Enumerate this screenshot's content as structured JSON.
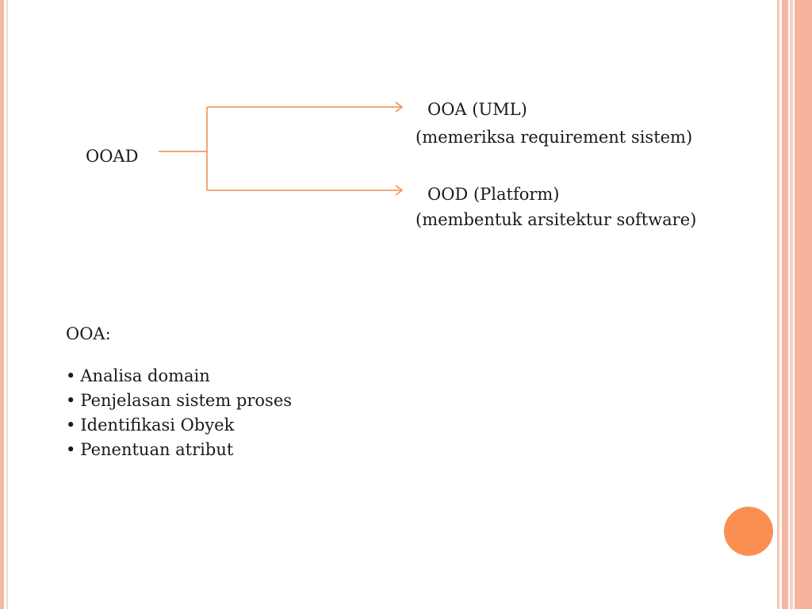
{
  "diagram": {
    "root": "OOAD",
    "branches": [
      {
        "title": "OOA (UML)",
        "description": "(memeriksa requirement sistem)"
      },
      {
        "title": "OOD (Platform)",
        "description": "(membentuk arsitektur software)"
      }
    ],
    "line_color": "#ee8c4e"
  },
  "section": {
    "heading": "OOA:",
    "bullets": [
      "Analisa domain",
      "Penjelasan sistem proses",
      "Identifikasi Obyek",
      "Penentuan atribut"
    ]
  },
  "theme": {
    "accent": "#fb8f52",
    "border": "#f6b39c"
  }
}
